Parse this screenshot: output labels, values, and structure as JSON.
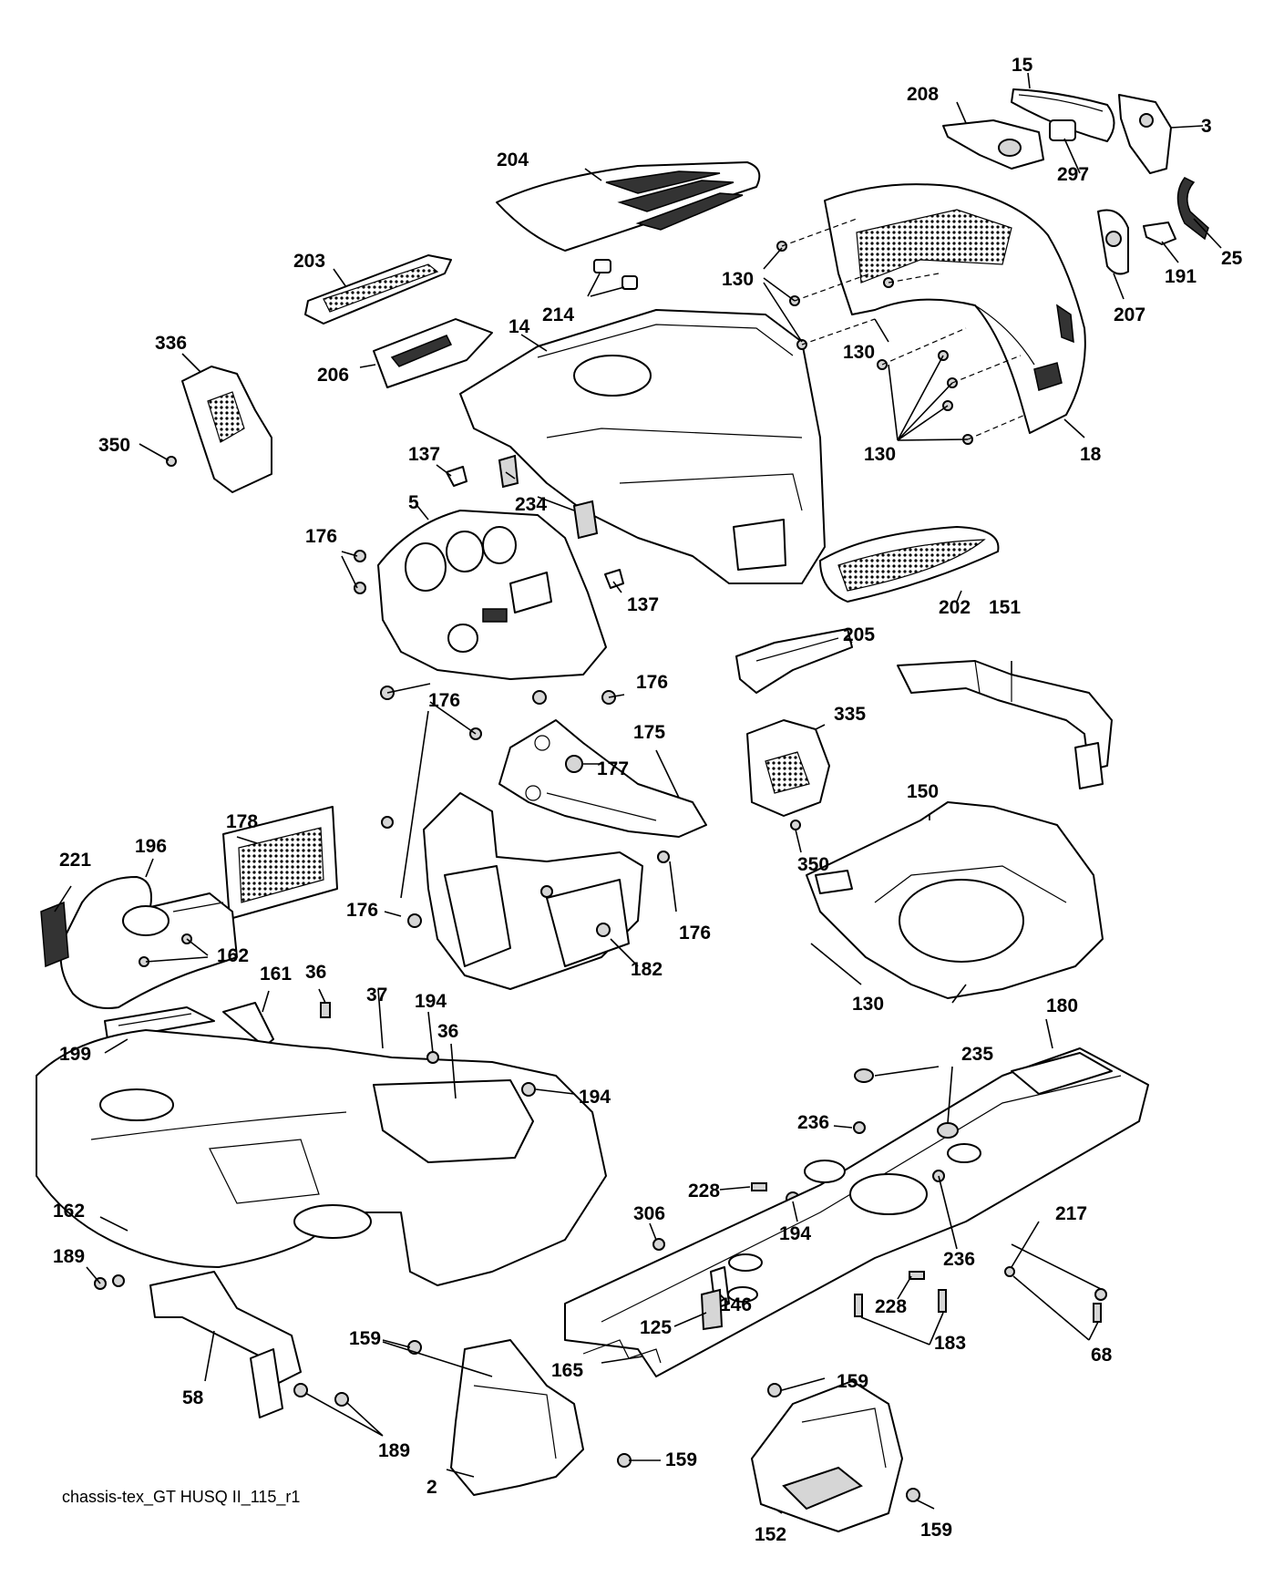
{
  "caption": "chassis-tex_GT HUSQ II_115_r1",
  "labels": [
    "15",
    "208",
    "3",
    "297",
    "25",
    "204",
    "191",
    "207",
    "130",
    "203",
    "214",
    "14",
    "130",
    "336",
    "206",
    "130",
    "18",
    "350",
    "137",
    "234",
    "5",
    "176",
    "137",
    "202",
    "205",
    "151",
    "176",
    "176",
    "175",
    "177",
    "335",
    "178",
    "150",
    "221",
    "196",
    "350",
    "176",
    "176",
    "162",
    "36",
    "161",
    "37",
    "194",
    "36",
    "182",
    "130",
    "180",
    "199",
    "194",
    "235",
    "236",
    "162",
    "228",
    "306",
    "194",
    "236",
    "217",
    "189",
    "146",
    "125",
    "228",
    "183",
    "68",
    "159",
    "58",
    "165",
    "159",
    "189",
    "2",
    "159",
    "152"
  ]
}
